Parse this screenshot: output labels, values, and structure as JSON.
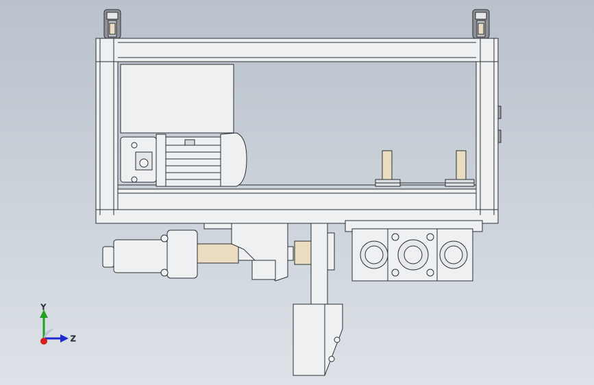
{
  "viewport": {
    "background_top": "#b9c1cb",
    "background_bottom": "#dde2e8"
  },
  "colors": {
    "frame_fill": "#eef0f2",
    "frame_stroke": "#2b2f33",
    "panel_fill": "#f3f4f5",
    "brass": "#e9dcc0",
    "axis_x": "#d42020",
    "axis_y": "#22a022",
    "axis_z": "#1d2bd0"
  },
  "triad": {
    "y_label": "Y",
    "z_label": "Z"
  },
  "parts": [
    "frame",
    "motor",
    "pump",
    "electrical-box",
    "hydraulic-cylinder",
    "valve-manifold",
    "pipe",
    "lower-bracket",
    "lifting-eye"
  ]
}
